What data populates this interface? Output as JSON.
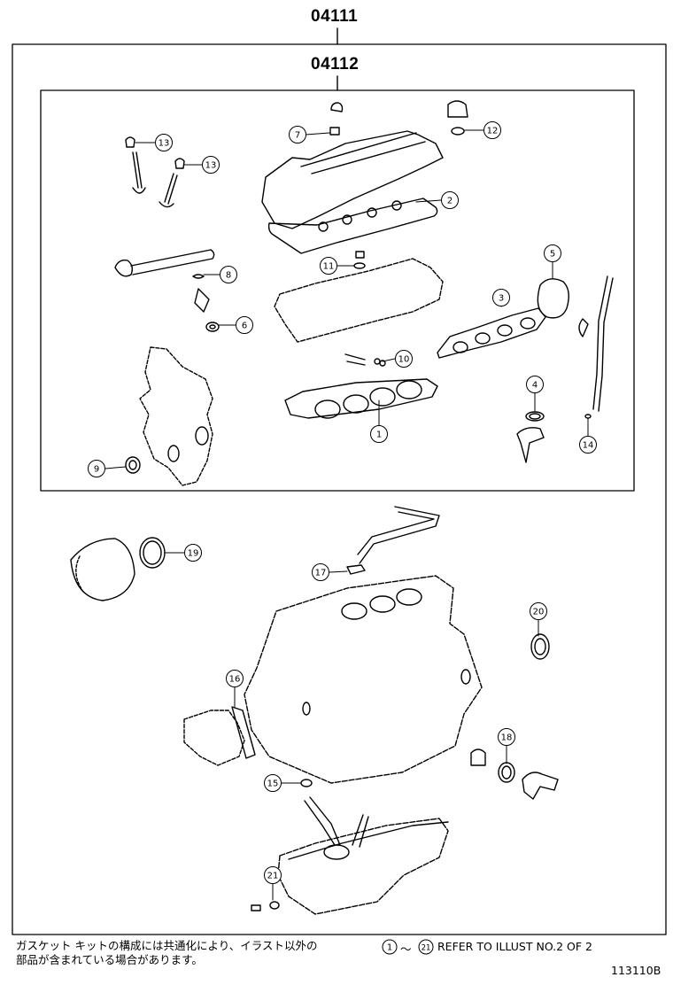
{
  "kit_numbers": {
    "outer": "04111",
    "inner": "04112"
  },
  "callouts": {
    "c1": "1",
    "c2": "2",
    "c3": "3",
    "c4": "4",
    "c5": "5",
    "c6": "6",
    "c7": "7",
    "c8": "8",
    "c9": "9",
    "c10": "10",
    "c11": "11",
    "c12": "12",
    "c13a": "13",
    "c13b": "13",
    "c14": "14",
    "c15": "15",
    "c16": "16",
    "c17": "17",
    "c18": "18",
    "c19": "19",
    "c20": "20",
    "c21": "21"
  },
  "footer": {
    "note_line1": "ガスケット キットの構成には共通化により、イラスト以外の",
    "note_line2": "部品が含まれている場合があります。",
    "ref_start": "1",
    "ref_sep": "～",
    "ref_end": "21",
    "ref_text": "REFER TO ILLUST NO.2 OF 2",
    "illustration_code": "113110B"
  }
}
